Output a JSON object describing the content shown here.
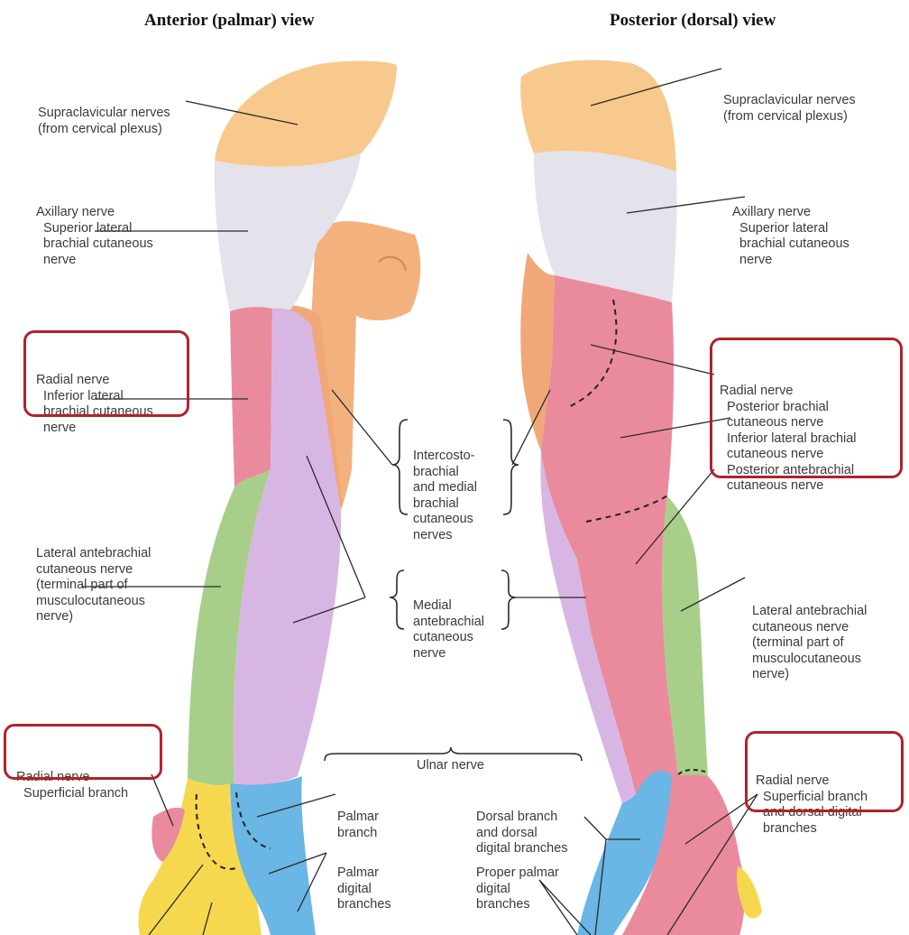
{
  "titles": {
    "anterior": "Anterior (palmar) view",
    "posterior": "Posterior (dorsal) view"
  },
  "colors": {
    "supraclavicular": "#f8c98d",
    "axillary": "#e4e2ea",
    "radial": "#ea8b9d",
    "medial": "#d8b6e4",
    "lateral_antebrachial": "#a8cf8a",
    "ulnar": "#6ab6e4",
    "median": "#f6d84e",
    "intercostobrachial": "#f3b17e",
    "highlight": "#b0232a"
  },
  "labels": {
    "ant_supraclavicular": [
      "Supraclavicular nerves",
      "(from cervical plexus)"
    ],
    "ant_axillary": [
      "Axillary nerve",
      "  Superior lateral",
      "  brachial cutaneous",
      "  nerve"
    ],
    "ant_radial_inferior": [
      "Radial nerve",
      "  Inferior lateral",
      "  brachial cutaneous",
      "  nerve"
    ],
    "intercostobrachial": [
      "Intercosto-",
      "brachial",
      "and medial",
      "brachial",
      "cutaneous",
      "nerves"
    ],
    "ant_lateral_antebrachial": [
      "Lateral antebrachial",
      "cutaneous nerve",
      "(terminal part of",
      "musculocutaneous",
      "nerve)"
    ],
    "medial_antebrachial": [
      "Medial",
      "antebrachial",
      "cutaneous",
      "nerve"
    ],
    "ant_radial_superficial": [
      "Radial nerve",
      "  Superficial branch"
    ],
    "ulnar_nerve": [
      "Ulnar nerve"
    ],
    "palmar_branch": [
      "Palmar",
      "branch"
    ],
    "palmar_digital": [
      "Palmar",
      "digital",
      "branches"
    ],
    "dorsal_branch": [
      "Dorsal branch",
      "and dorsal",
      "digital branches"
    ],
    "proper_palmar": [
      "Proper palmar",
      "digital",
      "branches"
    ],
    "post_supraclavicular": [
      "Supraclavicular nerves",
      "(from cervical plexus)"
    ],
    "post_axillary": [
      "Axillary nerve",
      "  Superior lateral",
      "  brachial cutaneous",
      "  nerve"
    ],
    "post_radial": [
      "Radial nerve",
      "  Posterior brachial",
      "  cutaneous nerve",
      "  Inferior lateral brachial",
      "  cutaneous nerve",
      "  Posterior antebrachial",
      "  cutaneous nerve"
    ],
    "post_lateral_antebrachial": [
      "Lateral antebrachial",
      "cutaneous nerve",
      "(terminal part of",
      "musculocutaneous",
      "nerve)"
    ],
    "post_radial_superficial": [
      "Radial nerve",
      "  Superficial branch",
      "  and dorsal digital",
      "  branches"
    ]
  }
}
